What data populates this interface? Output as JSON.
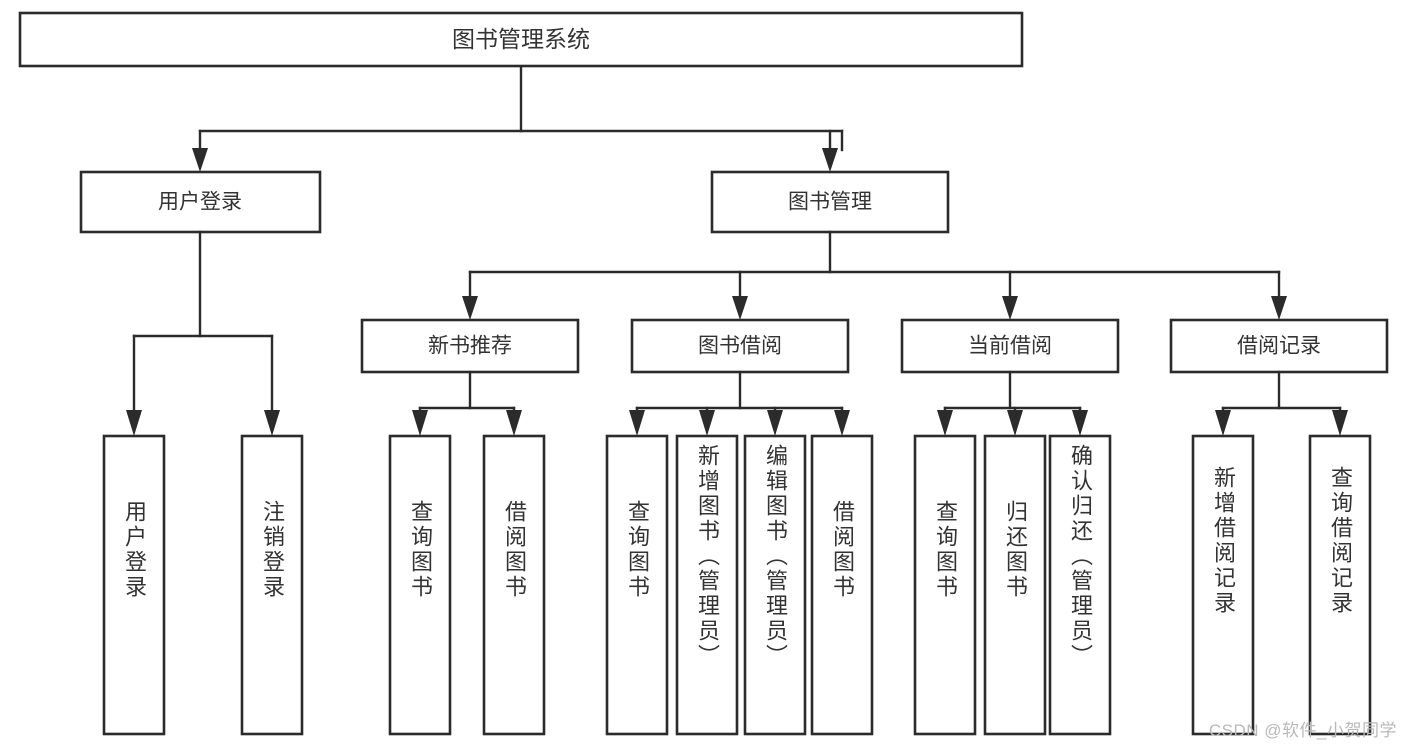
{
  "diagram": {
    "title_node": {
      "label": "图书管理系统"
    },
    "colors": {
      "stroke": "#2b2b2b",
      "text": "#333333",
      "background": "#ffffff",
      "watermark": "#b9b9b9"
    },
    "level2": [
      {
        "label": "用户登录"
      },
      {
        "label": "图书管理"
      }
    ],
    "level3": [
      {
        "label": "新书推荐"
      },
      {
        "label": "图书借阅"
      },
      {
        "label": "当前借阅"
      },
      {
        "label": "借阅记录"
      }
    ],
    "leaves": {
      "user_login": [
        {
          "label": "用户登录"
        },
        {
          "label": "注销登录"
        }
      ],
      "new_book_recommend": [
        {
          "label": "查询图书"
        },
        {
          "label": "借阅图书"
        }
      ],
      "book_borrow": [
        {
          "label": "查询图书"
        },
        {
          "label": "新增图书（管理员）"
        },
        {
          "label": "编辑图书（管理员）"
        },
        {
          "label": "借阅图书"
        }
      ],
      "current_borrow": [
        {
          "label": "查询图书"
        },
        {
          "label": "归还图书"
        },
        {
          "label": "确认归还（管理员）"
        }
      ],
      "borrow_record": [
        {
          "label": "新增借阅记录"
        },
        {
          "label": "查询借阅记录"
        }
      ]
    }
  },
  "watermark": {
    "text": "CSDN @软件_小贺同学"
  }
}
